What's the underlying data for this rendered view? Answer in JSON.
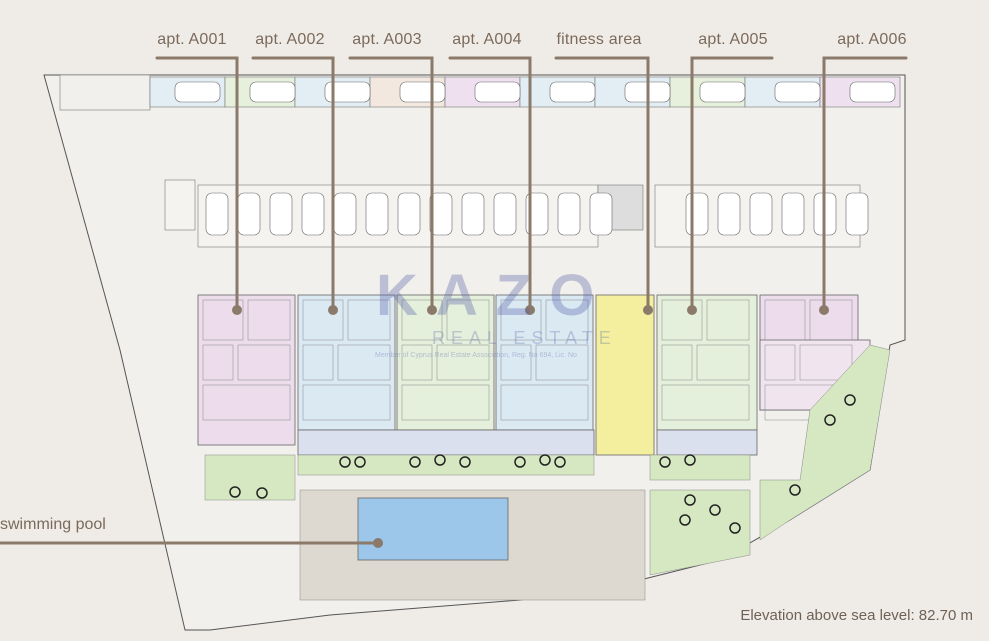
{
  "labels": {
    "a001": "apt. A001",
    "a002": "apt. A002",
    "a003": "apt. A003",
    "a004": "apt. A004",
    "fitness": "fitness area",
    "a005": "apt. A005",
    "a006": "apt. A006",
    "pool": "swimming pool"
  },
  "elevation": "Elevation above sea level: 82.70 m",
  "watermark": {
    "logo": "KAZO",
    "sub": "REAL ESTATE",
    "line": "Member of Cyprus Real Estate Association, Reg. No 694, Lic. No"
  },
  "colors": {
    "background": "#efece7",
    "leader": "#8b7a6a",
    "apt_blue": "#dbe9f3",
    "apt_pink": "#ecdcec",
    "apt_green": "#e4efdc",
    "fitness": "#f3ef9e",
    "pool": "#9cc6ea",
    "garden": "#d6e8c2"
  }
}
